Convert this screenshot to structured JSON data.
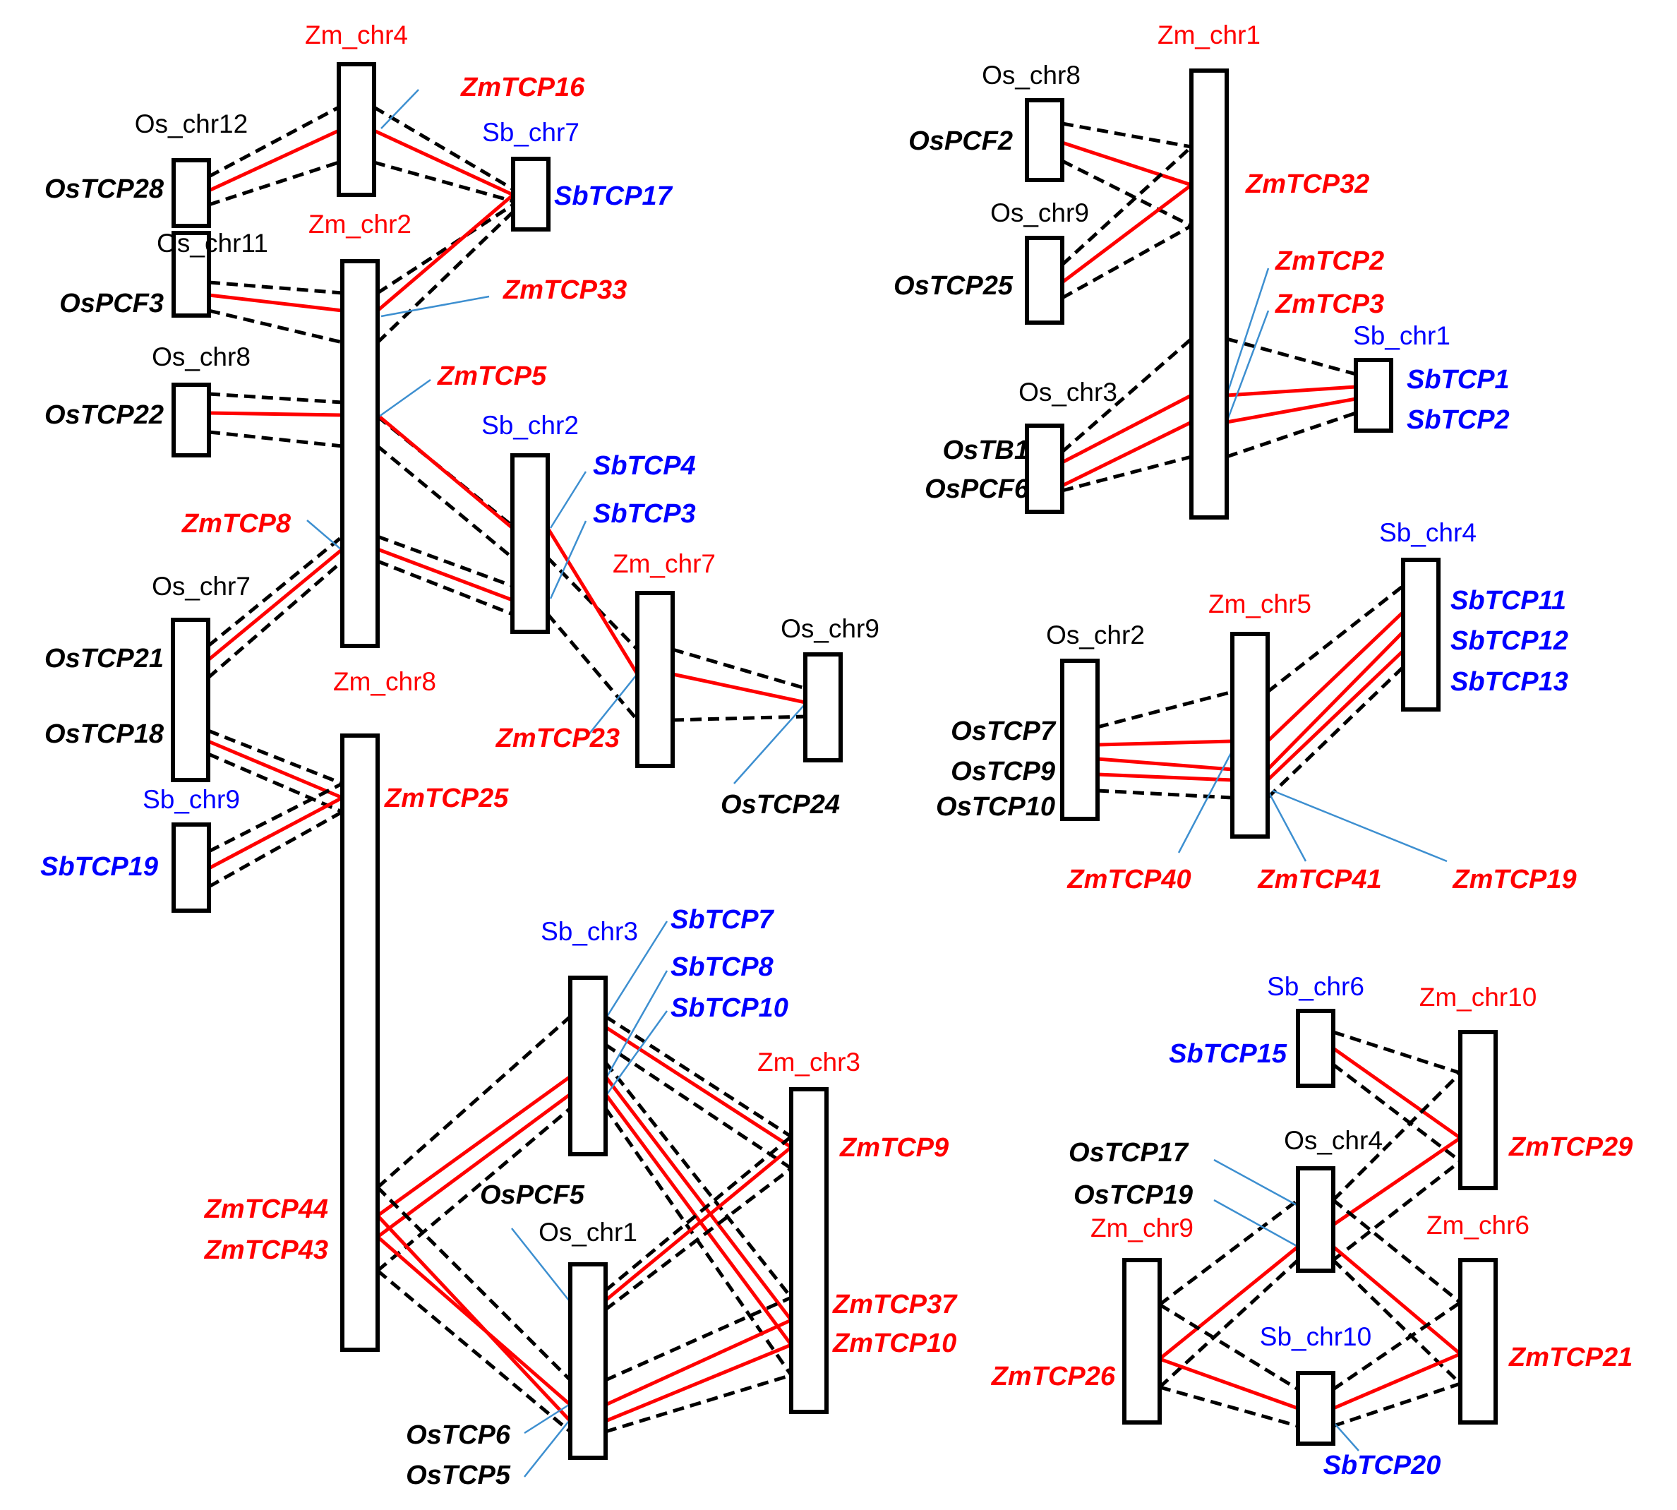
{
  "colors": {
    "zm": "#ff0000",
    "os": "#000000",
    "sb": "#0000ff",
    "os_zm_segment": "#d38f0e",
    "sb_segment": "#ffff00",
    "leader": "#3d8fd0"
  },
  "chromosomes": [
    {
      "id": "Zm_chr4",
      "species": "zm"
    },
    {
      "id": "Os_chr12",
      "species": "os"
    },
    {
      "id": "Sb_chr7",
      "species": "sb"
    },
    {
      "id": "Zm_chr2",
      "species": "zm"
    },
    {
      "id": "Os_chr11",
      "species": "os"
    },
    {
      "id": "Os_chr8",
      "species": "os",
      "key": "Os_chr8_left"
    },
    {
      "id": "Sb_chr2",
      "species": "sb"
    },
    {
      "id": "Zm_chr7",
      "species": "zm"
    },
    {
      "id": "Os_chr9",
      "species": "os",
      "key": "Os_chr9_mid"
    },
    {
      "id": "Os_chr7",
      "species": "os"
    },
    {
      "id": "Zm_chr8",
      "species": "zm"
    },
    {
      "id": "Sb_chr9",
      "species": "sb"
    },
    {
      "id": "Sb_chr3",
      "species": "sb"
    },
    {
      "id": "Zm_chr3",
      "species": "zm"
    },
    {
      "id": "Os_chr1",
      "species": "os"
    },
    {
      "id": "Zm_chr1",
      "species": "zm"
    },
    {
      "id": "Os_chr8",
      "species": "os",
      "key": "Os_chr8_right"
    },
    {
      "id": "Os_chr9",
      "species": "os",
      "key": "Os_chr9_right"
    },
    {
      "id": "Os_chr3",
      "species": "os"
    },
    {
      "id": "Sb_chr1",
      "species": "sb"
    },
    {
      "id": "Sb_chr4",
      "species": "sb"
    },
    {
      "id": "Zm_chr5",
      "species": "zm"
    },
    {
      "id": "Os_chr2",
      "species": "os"
    },
    {
      "id": "Sb_chr6",
      "species": "sb"
    },
    {
      "id": "Zm_chr10",
      "species": "zm"
    },
    {
      "id": "Os_chr4",
      "species": "os"
    },
    {
      "id": "Zm_chr9",
      "species": "zm"
    },
    {
      "id": "Zm_chr6",
      "species": "zm"
    },
    {
      "id": "Sb_chr10",
      "species": "sb"
    }
  ],
  "genes": [
    {
      "name": "ZmTCP16",
      "species": "zm"
    },
    {
      "name": "OsTCP28",
      "species": "os"
    },
    {
      "name": "SbTCP17",
      "species": "sb"
    },
    {
      "name": "OsPCF3",
      "species": "os"
    },
    {
      "name": "ZmTCP33",
      "species": "zm"
    },
    {
      "name": "OsTCP22",
      "species": "os"
    },
    {
      "name": "ZmTCP5",
      "species": "zm"
    },
    {
      "name": "SbTCP4",
      "species": "sb"
    },
    {
      "name": "SbTCP3",
      "species": "sb"
    },
    {
      "name": "ZmTCP8",
      "species": "zm"
    },
    {
      "name": "OsTCP21",
      "species": "os"
    },
    {
      "name": "OsTCP18",
      "species": "os"
    },
    {
      "name": "ZmTCP23",
      "species": "zm"
    },
    {
      "name": "OsTCP24",
      "species": "os"
    },
    {
      "name": "ZmTCP25",
      "species": "zm"
    },
    {
      "name": "SbTCP19",
      "species": "sb"
    },
    {
      "name": "SbTCP7",
      "species": "sb"
    },
    {
      "name": "SbTCP8",
      "species": "sb"
    },
    {
      "name": "SbTCP10",
      "species": "sb"
    },
    {
      "name": "ZmTCP9",
      "species": "zm"
    },
    {
      "name": "OsPCF5",
      "species": "os"
    },
    {
      "name": "ZmTCP44",
      "species": "zm"
    },
    {
      "name": "ZmTCP43",
      "species": "zm"
    },
    {
      "name": "ZmTCP37",
      "species": "zm"
    },
    {
      "name": "ZmTCP10",
      "species": "zm"
    },
    {
      "name": "OsTCP6",
      "species": "os"
    },
    {
      "name": "OsTCP5",
      "species": "os"
    },
    {
      "name": "OsPCF2",
      "species": "os"
    },
    {
      "name": "ZmTCP32",
      "species": "zm"
    },
    {
      "name": "OsTCP25",
      "species": "os"
    },
    {
      "name": "ZmTCP2",
      "species": "zm"
    },
    {
      "name": "ZmTCP3",
      "species": "zm"
    },
    {
      "name": "SbTCP1",
      "species": "sb"
    },
    {
      "name": "SbTCP2",
      "species": "sb"
    },
    {
      "name": "OsTB1",
      "species": "os"
    },
    {
      "name": "OsPCF6",
      "species": "os"
    },
    {
      "name": "SbTCP11",
      "species": "sb"
    },
    {
      "name": "SbTCP12",
      "species": "sb"
    },
    {
      "name": "SbTCP13",
      "species": "sb"
    },
    {
      "name": "OsTCP7",
      "species": "os"
    },
    {
      "name": "OsTCP9",
      "species": "os"
    },
    {
      "name": "OsTCP10",
      "species": "os"
    },
    {
      "name": "ZmTCP40",
      "species": "zm"
    },
    {
      "name": "ZmTCP41",
      "species": "zm"
    },
    {
      "name": "ZmTCP19",
      "species": "zm"
    },
    {
      "name": "SbTCP15",
      "species": "sb"
    },
    {
      "name": "ZmTCP29",
      "species": "zm"
    },
    {
      "name": "OsTCP17",
      "species": "os"
    },
    {
      "name": "OsTCP19",
      "species": "os"
    },
    {
      "name": "ZmTCP26",
      "species": "zm"
    },
    {
      "name": "ZmTCP21",
      "species": "zm"
    },
    {
      "name": "SbTCP20",
      "species": "sb"
    }
  ]
}
